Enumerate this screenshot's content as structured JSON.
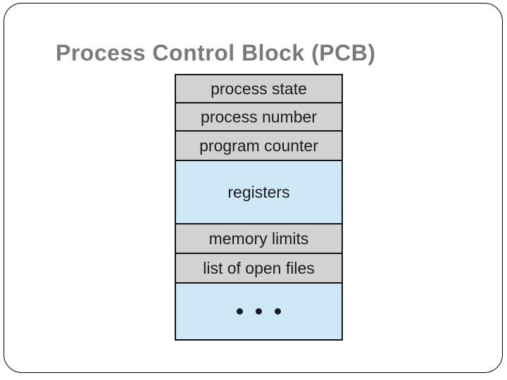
{
  "slide": {
    "title": "Process Control Block (PCB)"
  },
  "diagram": {
    "rows": [
      {
        "label": "process state",
        "variant": "gray"
      },
      {
        "label": "process number",
        "variant": "gray"
      },
      {
        "label": "program counter",
        "variant": "gray"
      },
      {
        "label": "registers",
        "variant": "blue"
      },
      {
        "label": "memory limits",
        "variant": "gray"
      },
      {
        "label": "list of open files",
        "variant": "gray"
      },
      {
        "label": "",
        "variant": "blue",
        "ellipsis": true
      }
    ]
  },
  "colors": {
    "background": "#ffffff",
    "slide_border": "#000000",
    "title_text": "#7a7a7a",
    "table_border": "#141414",
    "row_gray": "#d2d2d2",
    "row_blue": "#cfe8f7",
    "row_text": "#1c1c1c",
    "dot": "#1c1c1c"
  }
}
